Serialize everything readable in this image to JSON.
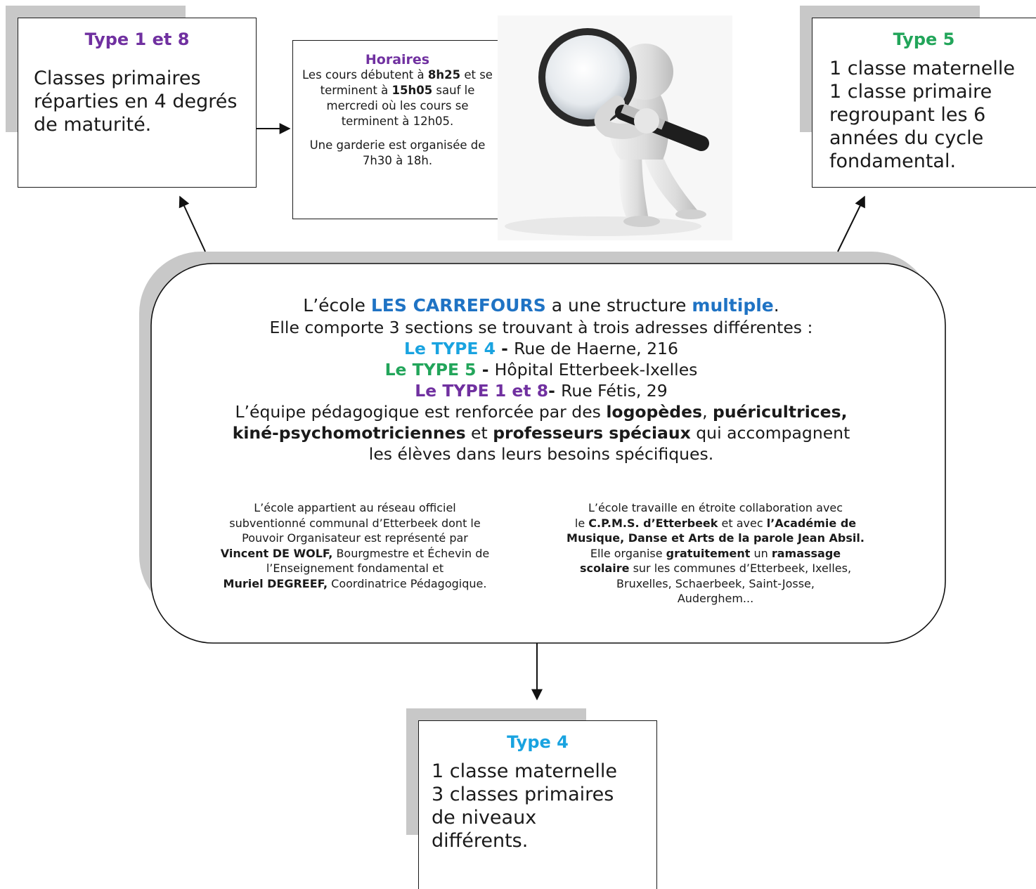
{
  "colors": {
    "type1": "#7030a0",
    "type4": "#19a3e0",
    "type5": "#22a55a",
    "school": "#1f73c4",
    "shadow": "#c8c8c8"
  },
  "icons": {
    "illustration": "magnifying-glass-figure"
  },
  "type18": {
    "title": "Type 1 et 8",
    "body": "Classes primaires réparties en 4 degrés de maturité."
  },
  "horaires": {
    "title": "Horaires",
    "p1": {
      "t1": "Les cours débutent à ",
      "b1": "8h25",
      "t2": " et se terminent à ",
      "b2": "15h05",
      "t3": " sauf le mercredi où les cours se terminent à 12h05."
    },
    "p2": "Une garderie est organisée de 7h30 à 18h."
  },
  "type5": {
    "title": "Type 5",
    "lines": [
      "1 classe maternelle",
      "1 classe primaire",
      "regroupant les 6",
      "années du cycle",
      "fondamental."
    ]
  },
  "type4": {
    "title": "Type 4",
    "lines": [
      "1 classe maternelle",
      "3 classes primaires",
      "de niveaux",
      "différents."
    ]
  },
  "center": {
    "l1": {
      "a": "L’école ",
      "b": "LES CARREFOURS",
      "c": " a une structure ",
      "d": "multiple",
      "e": "."
    },
    "l2": "Elle comporte 3 sections se trouvant à trois adresses différentes :",
    "l3": {
      "a": "Le TYPE 4",
      "b": " - ",
      "c": "Rue de Haerne, 216"
    },
    "l4": {
      "a": "Le TYPE 5",
      "b": " - ",
      "c": "Hôpital Etterbeek-Ixelles"
    },
    "l5": {
      "a": "Le TYPE 1 et 8",
      "b": "- ",
      "c": "Rue Fétis, 29"
    },
    "l6": {
      "a": "L’équipe pédagogique est renforcée par des ",
      "b": "logopèdes",
      "c": ", ",
      "d": "puéricultrices,"
    },
    "l7": {
      "a": "kiné-psychomotriciennes",
      "b": " et ",
      "c": "professeurs spéciaux",
      "d": " qui accompagnent"
    },
    "l8": "les élèves dans leurs besoins spécifiques."
  },
  "left_col": {
    "l1": "L’école appartient au réseau officiel",
    "l2": "subventionné communal d’Etterbeek dont le",
    "l3": "Pouvoir Organisateur est représenté par",
    "l4": {
      "a": "Vincent DE WOLF,",
      "b": " Bourgmestre et Échevin de"
    },
    "l5": "l’Enseignement fondamental et",
    "l6": {
      "a": "Muriel DEGREEF,",
      "b": " Coordinatrice Pédagogique."
    }
  },
  "right_col": {
    "l1": "L’école travaille en étroite collaboration avec",
    "l2": {
      "a": "le ",
      "b": "C.P.M.S. d’Etterbeek",
      "c": " et avec ",
      "d": "l’Académie de"
    },
    "l3": "Musique, Danse et Arts de la parole Jean Absil.",
    "l4": {
      "a": "Elle organise ",
      "b": "gratuitement",
      "c": " un ",
      "d": "ramassage"
    },
    "l5": {
      "a": "scolaire",
      "b": " sur les communes d’Etterbeek, Ixelles,"
    },
    "l6": "Bruxelles, Schaerbeek, Saint-Josse,",
    "l7": "Auderghem..."
  }
}
